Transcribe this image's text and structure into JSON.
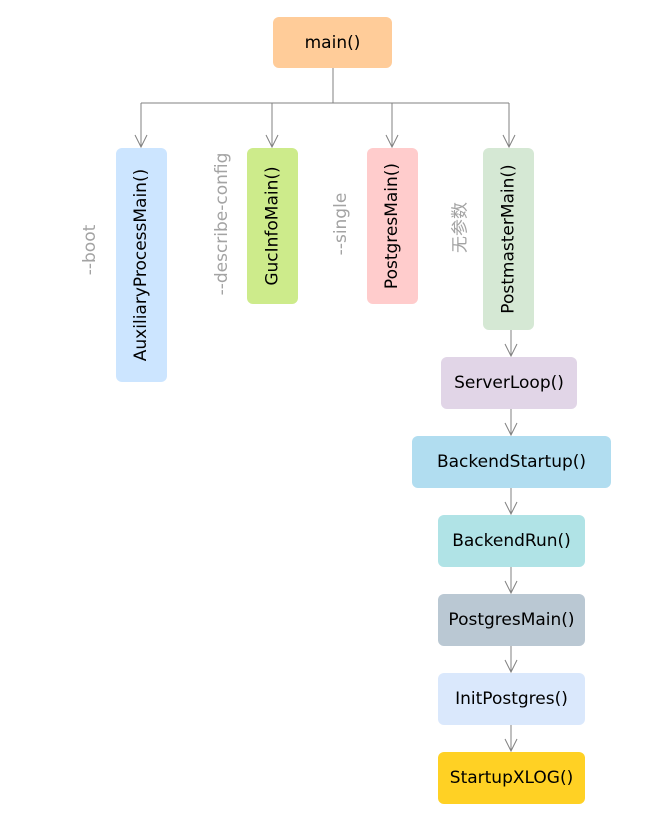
{
  "nodes": {
    "main": {
      "label": "main()",
      "color": "#FFCC99"
    },
    "auxiliary": {
      "label": "AuxiliaryProcessMain()",
      "color": "#CCE5FF"
    },
    "gucinfo": {
      "label": "GucInfoMain()",
      "color": "#CDEB8B"
    },
    "postgres_single": {
      "label": "PostgresMain()",
      "color": "#FFCCCC"
    },
    "postmaster": {
      "label": "PostmasterMain()",
      "color": "#D5E8D4"
    },
    "serverloop": {
      "label": "ServerLoop()",
      "color": "#E1D5E7"
    },
    "backendstartup": {
      "label": "BackendStartup()",
      "color": "#B1DDF0"
    },
    "backendrun": {
      "label": "BackendRun()",
      "color": "#B0E3E6"
    },
    "postgresmain": {
      "label": "PostgresMain()",
      "color": "#BAC8D3"
    },
    "initpostgres": {
      "label": "InitPostgres()",
      "color": "#DAE8FC"
    },
    "startupxlog": {
      "label": "StartupXLOG()",
      "color": "#FFD124"
    }
  },
  "edge_labels": {
    "boot": "--boot",
    "describe_config": "--describe-config",
    "single": "--single",
    "no_args": "无参数"
  },
  "colors": {
    "edge": "#808080",
    "edge_label": "#A3A3A3"
  }
}
